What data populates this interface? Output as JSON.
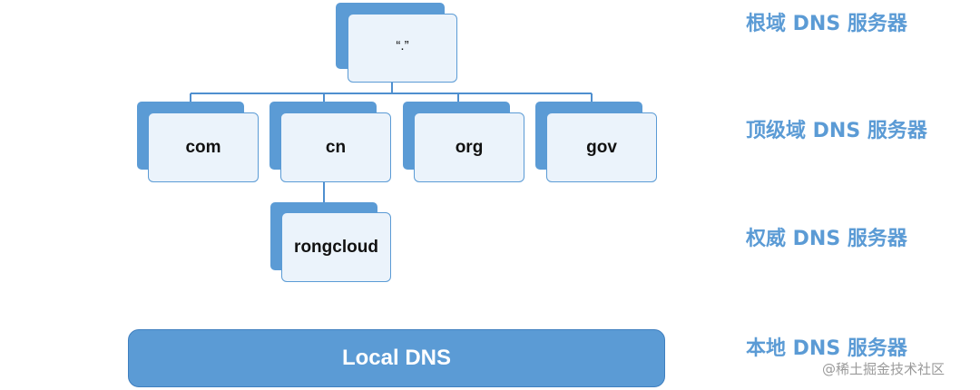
{
  "tree": {
    "root": {
      "label": "“.”"
    },
    "tlds": [
      {
        "label": "com"
      },
      {
        "label": "cn"
      },
      {
        "label": "org"
      },
      {
        "label": "gov"
      }
    ],
    "authoritative": {
      "label": "rongcloud"
    }
  },
  "levels": {
    "root": "根域 DNS 服务器",
    "tld": "顶级域 DNS 服务器",
    "authoritative": "权威 DNS 服务器",
    "local": "本地 DNS 服务器"
  },
  "local_dns": {
    "label": "Local DNS"
  },
  "watermark": "@稀土掘金技术社区",
  "colors": {
    "accent": "#5b9bd5",
    "box_fill": "#ebf3fb",
    "label_text": "#5b9bd5"
  }
}
